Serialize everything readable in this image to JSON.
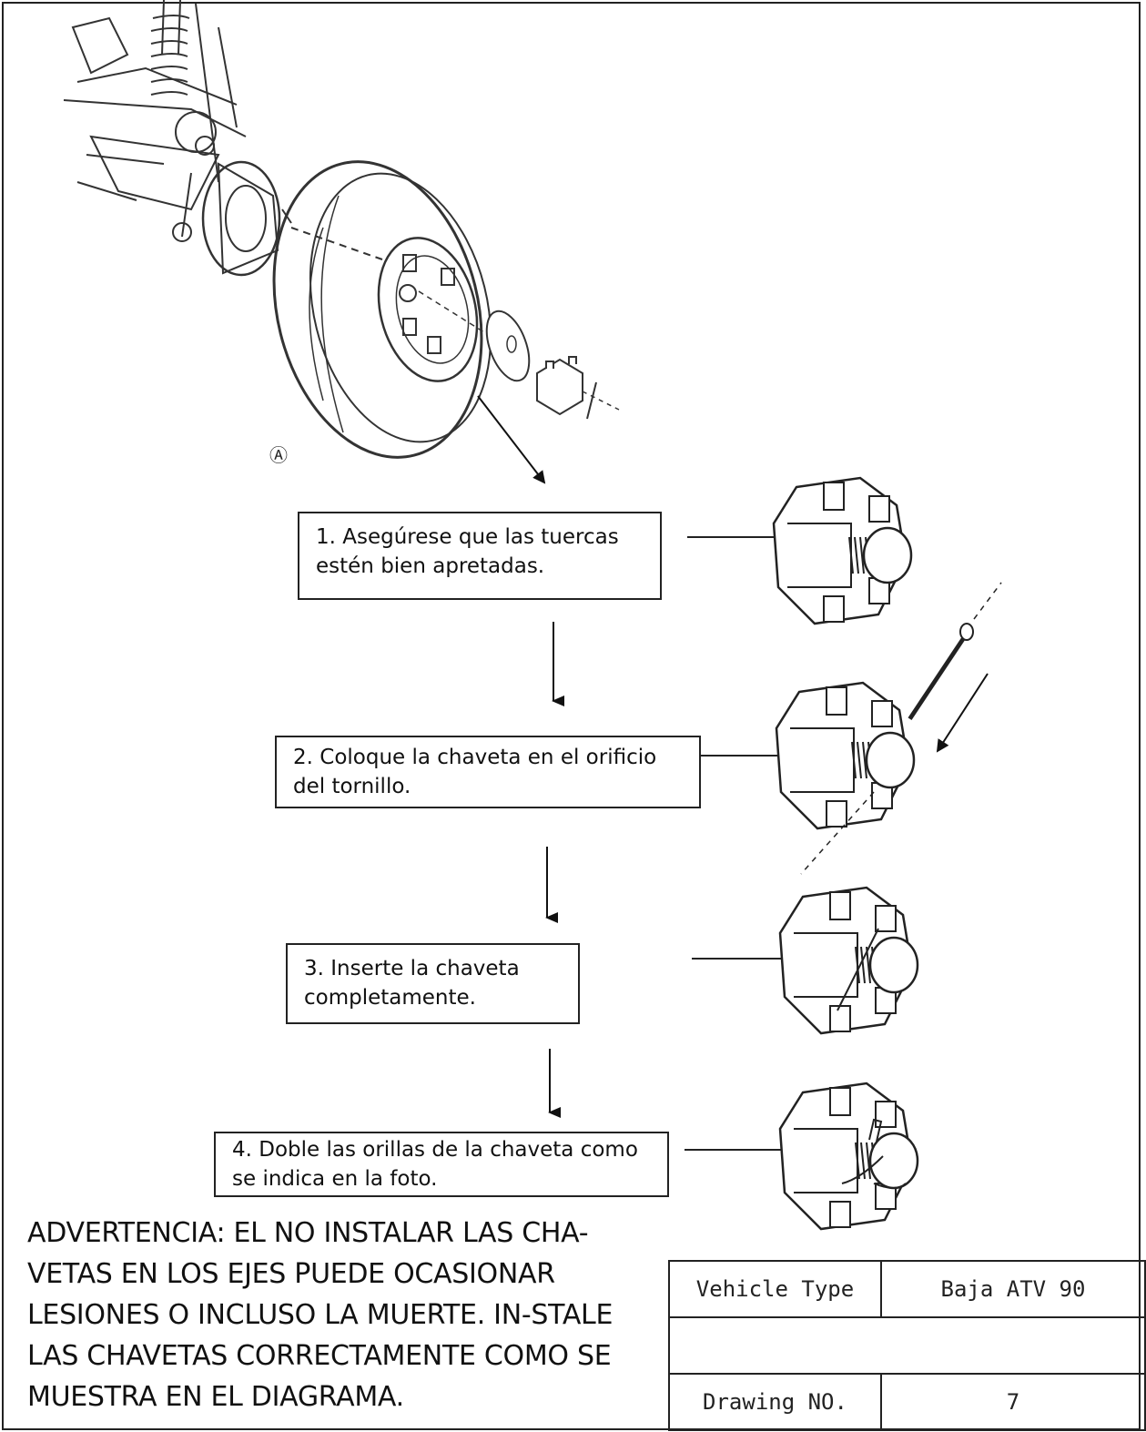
{
  "diagram": {
    "view_marker": "A",
    "steps": [
      {
        "text": "1.  Asegúrese que las tuercas\nestén bien apretadas."
      },
      {
        "text": "2. Coloque la chaveta en el orificio\ndel tornillo."
      },
      {
        "text": "3. Inserte la chaveta\ncompletamente."
      },
      {
        "text": "4.  Doble las orillas de la chaveta como\nse indica en la foto."
      }
    ],
    "warning": "ADVERTENCIA:  EL NO INSTALAR LAS CHA-VETAS EN LOS EJES PUEDE OCASIONAR LESIONES O INCLUSO LA MUERTE.  IN-STALE LAS CHAVETAS CORRECTAMENTE COMO SE MUESTRA EN EL DIAGRAMA."
  },
  "title_block": {
    "vehicle_type_label": "Vehicle Type",
    "vehicle_type_value": "Baja ATV 90",
    "blank_row": "",
    "drawing_no_label": "Drawing NO.",
    "drawing_no_value": "7"
  },
  "icons": [
    "atv-suspension-icon",
    "wheel-icon",
    "washer-icon",
    "castle-nut-icon",
    "cotter-pin-icon",
    "arrow-down-icon"
  ]
}
